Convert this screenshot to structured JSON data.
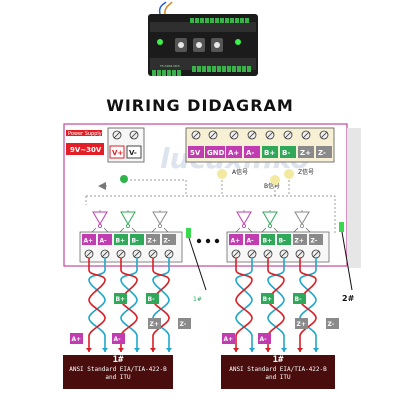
{
  "title": "WIRING DIDAGRAM",
  "device": {
    "label_strip": "TS-5002 NCS"
  },
  "power": {
    "label": "Power Supply",
    "range": "9V~30V",
    "plus": "V+",
    "minus": "V-"
  },
  "watermark": "lucaxinko",
  "top_terminals": {
    "labels": [
      "5V",
      "GND",
      "A+",
      "A-",
      "B+",
      "B-",
      "Z+",
      "Z-"
    ],
    "colors": [
      "#c03cb0",
      "#c03cb0",
      "#c03cb0",
      "#c03cb0",
      "#2fa85a",
      "#2fa85a",
      "#8a8a8a",
      "#8a8a8a"
    ]
  },
  "signal_labels": [
    "A信号",
    "B信号",
    "Z信号"
  ],
  "channel_terminals": {
    "labels": [
      "A+",
      "A-",
      "B+",
      "B-",
      "Z+",
      "Z-"
    ],
    "colors": [
      "#c03cb0",
      "#c03cb0",
      "#2fa85a",
      "#2fa85a",
      "#8a8a8a",
      "#8a8a8a"
    ]
  },
  "pair_tags": {
    "labels": [
      "A+",
      "A-",
      "B+",
      "B-",
      "Z+",
      "Z-"
    ],
    "colors": [
      "#c03cb0",
      "#c03cb0",
      "#2fa85a",
      "#2fa85a",
      "#8a8a8a",
      "#8a8a8a"
    ]
  },
  "callouts": [
    "1#",
    "2#"
  ],
  "ansi_boxes": [
    {
      "number": "1#",
      "line1": "ANSI Standard EIA/TIA-422-B",
      "line2": "and ITU"
    },
    {
      "number": "1#",
      "line1": "ANSI Standard EIA/TIA-422-B",
      "line2": "and ITU"
    }
  ],
  "colors": {
    "border": "#c5489c",
    "red_wire": "#d81f26",
    "cyan_wire": "#1fa7c9",
    "ansi_bg": "#4a0d0d"
  }
}
